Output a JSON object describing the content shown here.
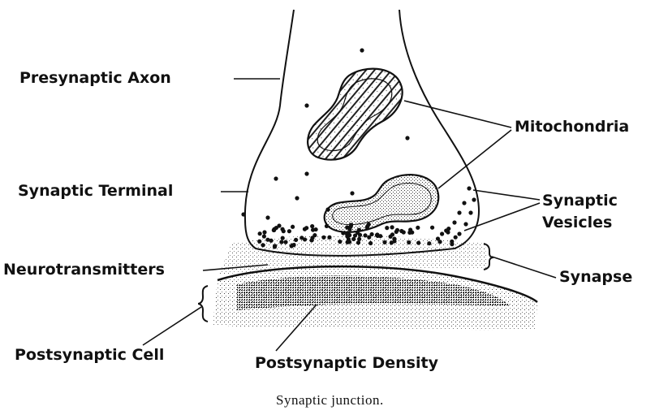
{
  "labels": {
    "presynaptic_axon": "Presynaptic Axon",
    "synaptic_terminal": "Synaptic Terminal",
    "neurotransmitters": "Neurotransmitters",
    "postsynaptic_cell": "Postsynaptic Cell",
    "postsynaptic_density": "Postsynaptic Density",
    "mitochondria": "Mitochondria",
    "synaptic": "Synaptic",
    "vesicles": "Vesicles",
    "synapse": "Synapse"
  },
  "caption": "Synaptic junction.",
  "colors": {
    "ink": "#111111",
    "stipple": "#555555",
    "background": "#ffffff"
  }
}
